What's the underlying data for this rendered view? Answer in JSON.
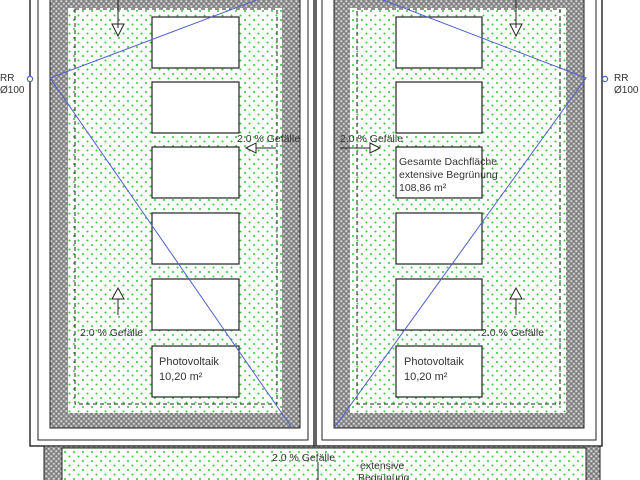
{
  "colors": {
    "line": "#222222",
    "gravel": "#8c8c8c",
    "green_dots": "#33cc33",
    "drain_lines": "#4f5fd0",
    "drain_point": "#4f5fd0"
  },
  "roof_drain_left": {
    "label": "RR",
    "diameter": "Ø100"
  },
  "roof_drain_right": {
    "label": "RR",
    "diameter": "Ø100"
  },
  "left_roof": {
    "slope_upper": "2.0 % Gefälle",
    "slope_lower": "2.0 % Gefälle",
    "pv_label": "Photovoltaik",
    "pv_area": "10,20 m²"
  },
  "right_roof": {
    "slope_upper": "2.0 % Gefälle",
    "slope_lower": "2.0 % Gefälle",
    "pv_label": "Photovoltaik",
    "pv_area": "10,20 m²",
    "total_label_line1": "Gesamte Dachfläche",
    "total_label_line2": "extensive Begrünung",
    "total_area": "108,86 m²"
  },
  "bottom_roof": {
    "slope": "2.0 % Gefälle",
    "label_line1": "extensive",
    "label_line2": "Begrünung"
  }
}
